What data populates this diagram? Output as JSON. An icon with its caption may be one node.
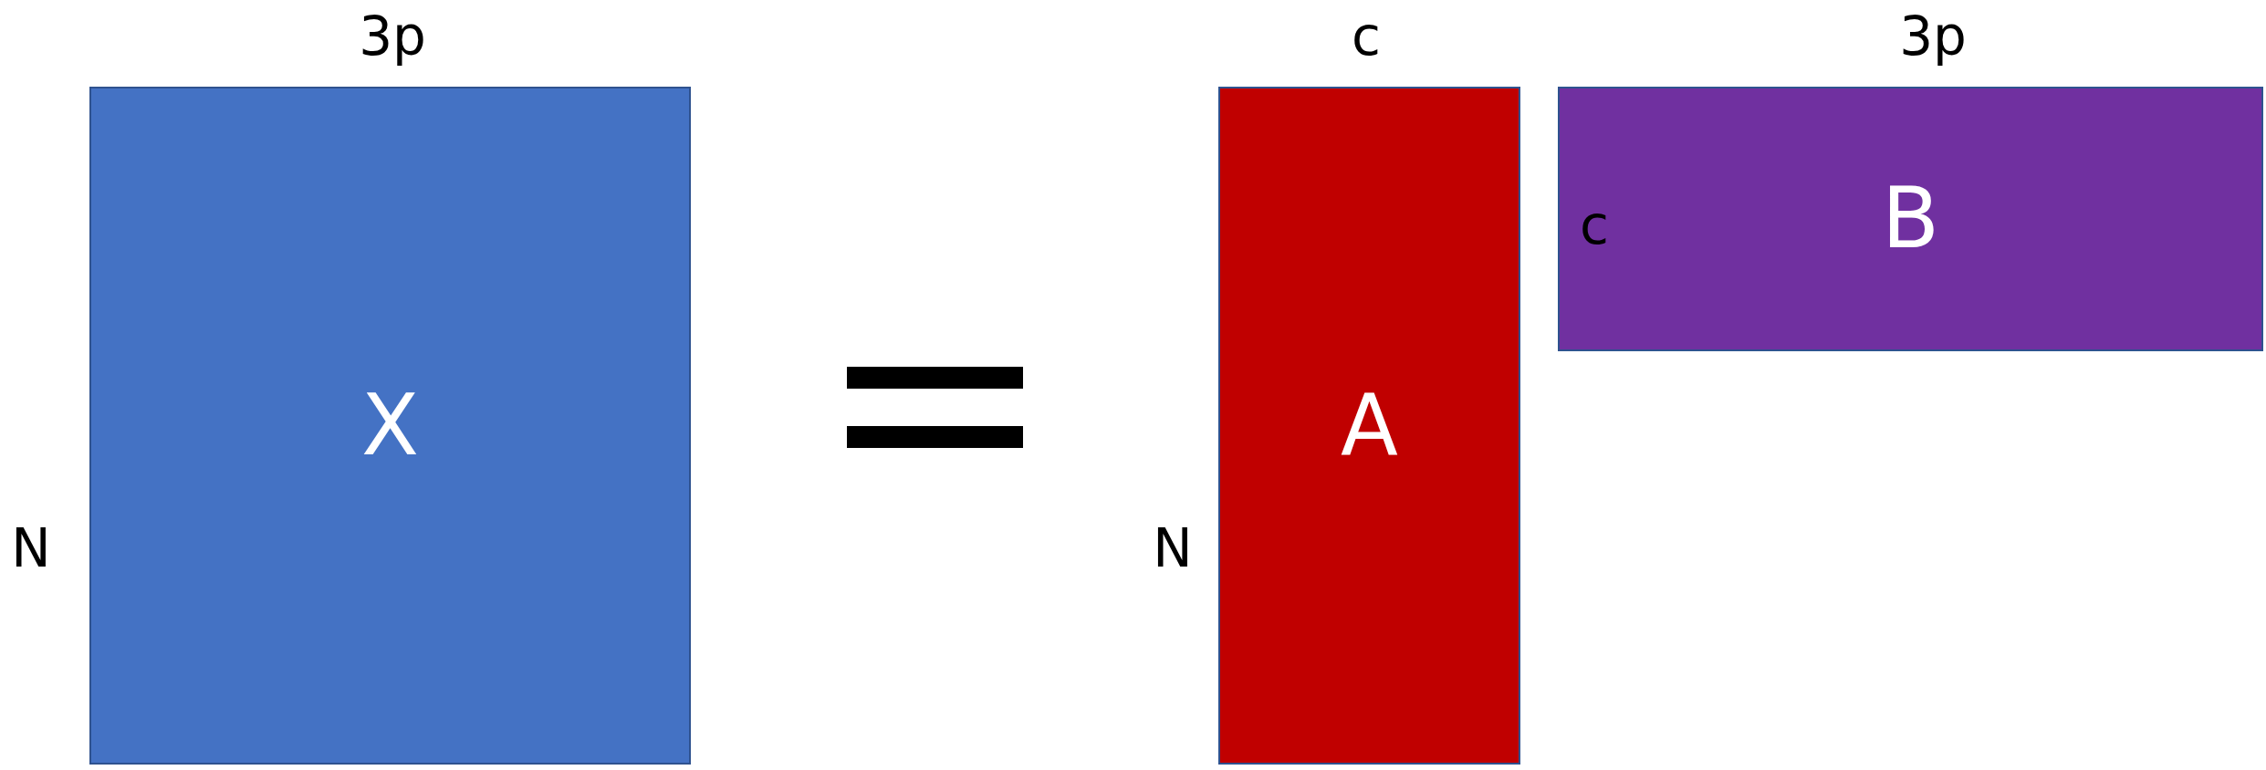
{
  "diagram": {
    "nodes": [
      {
        "text": [
          "X"
        ],
        "beside": [
          "3p",
          "N"
        ]
      },
      {
        "text": [
          "A"
        ],
        "beside": [
          "c",
          "N"
        ]
      },
      {
        "text": [
          "c",
          "B"
        ],
        "beside": [
          "3p"
        ]
      }
    ]
  }
}
